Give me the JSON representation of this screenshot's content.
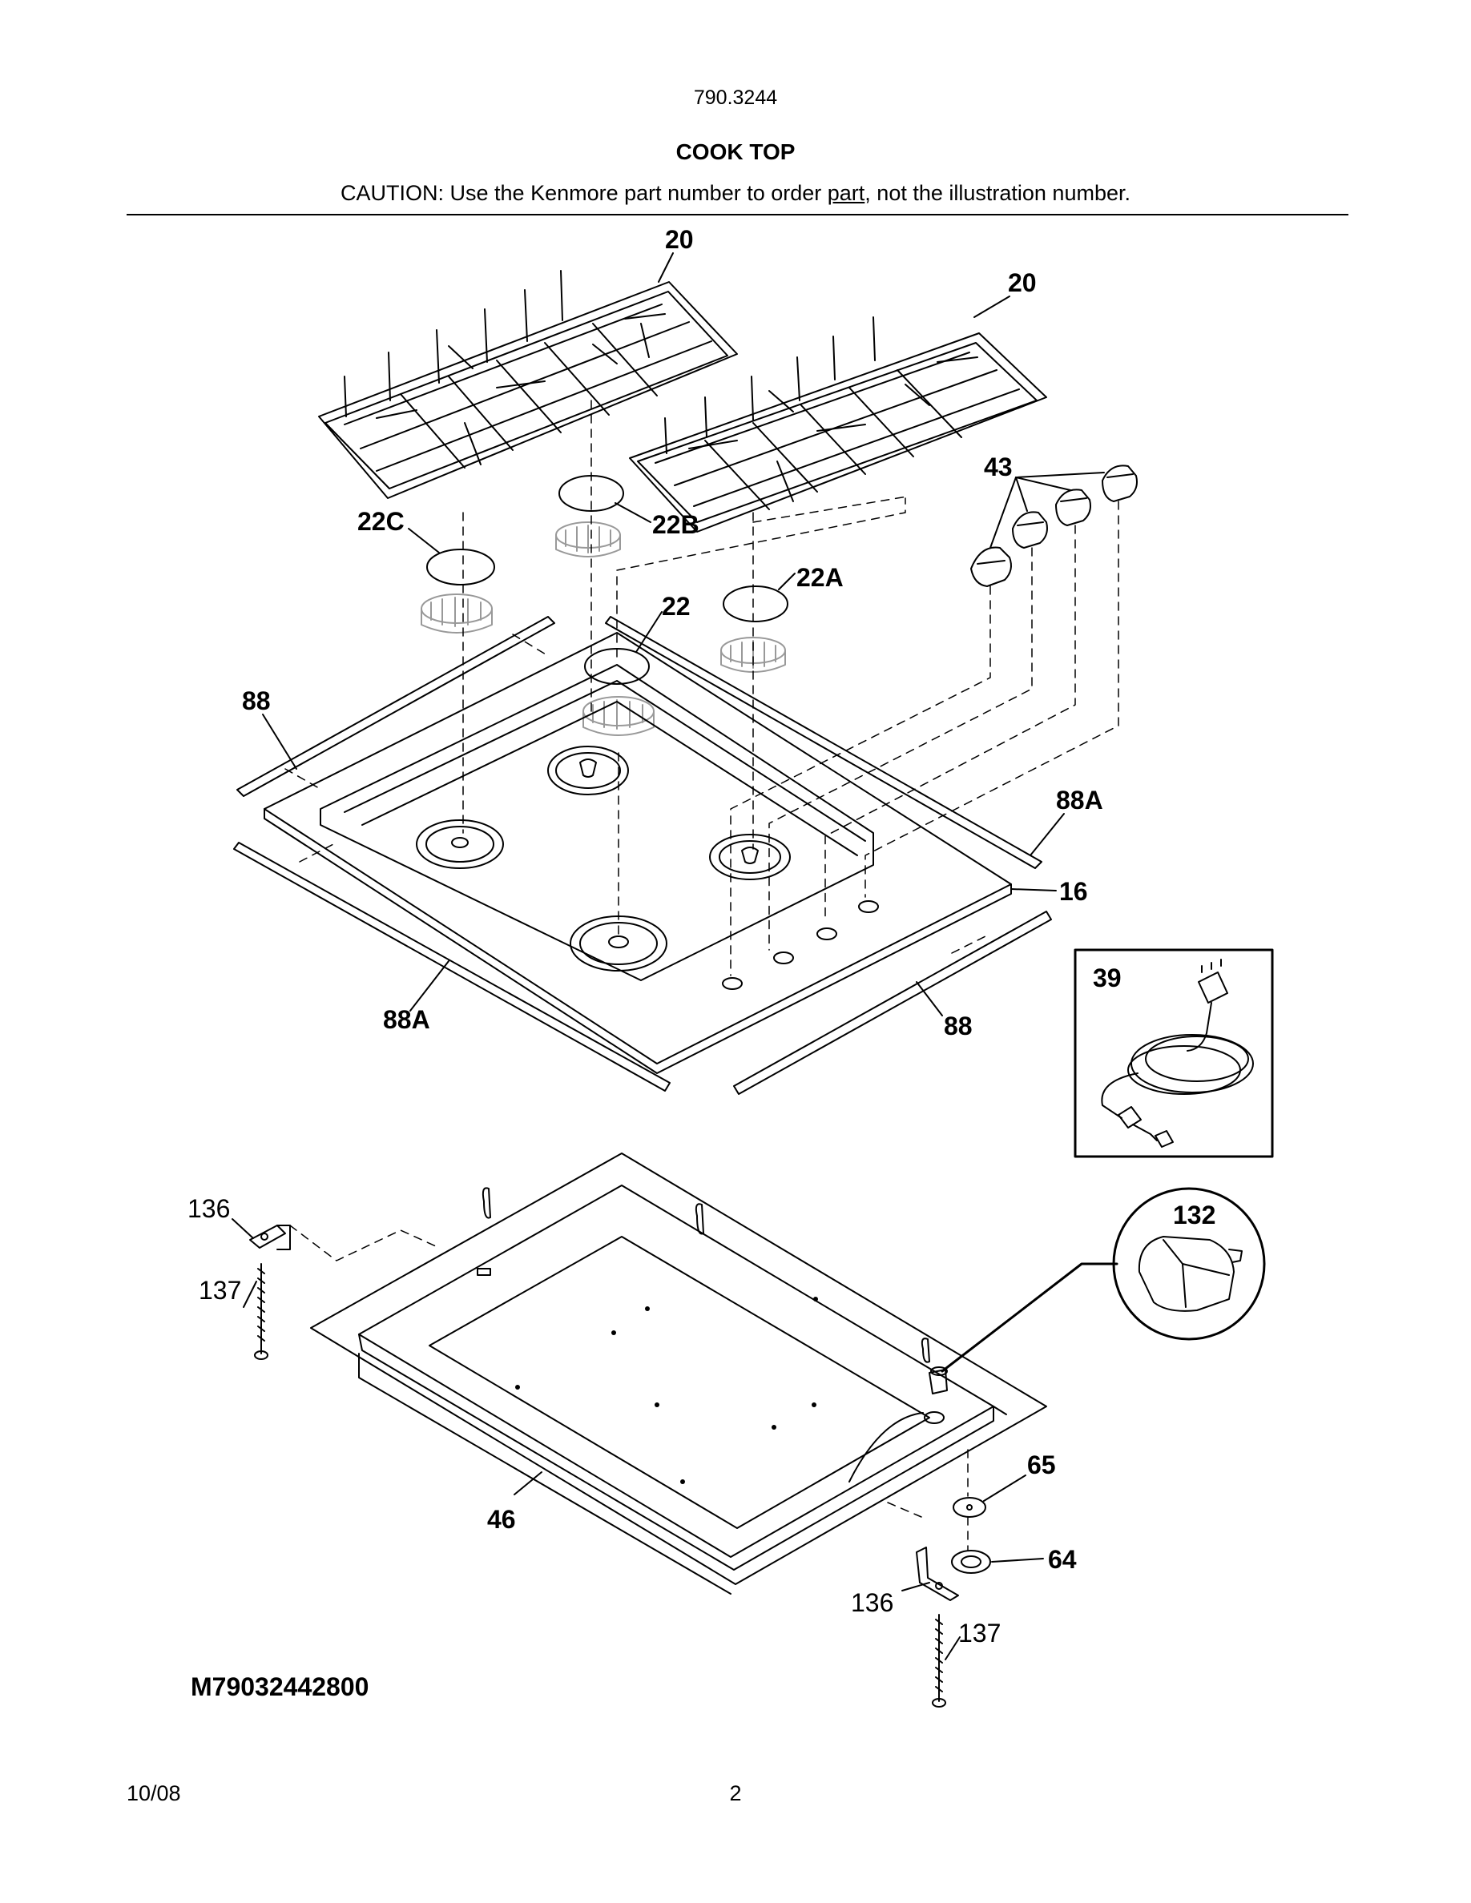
{
  "header": {
    "model": "790.3244",
    "title": "COOK TOP",
    "caution_before": "CAUTION: Use the Kenmore part number to order ",
    "caution_link": "part",
    "caution_after": ", not the illustration number."
  },
  "callouts": {
    "grate_left": "20",
    "grate_right": "20",
    "knobs": "43",
    "cap_22c": "22C",
    "cap_22b": "22B",
    "cap_22a": "22A",
    "cap_22": "22",
    "strip_88_left": "88",
    "strip_88a_right": "88A",
    "cooktop": "16",
    "strip_88a_left": "88A",
    "strip_88_right": "88",
    "power_cord": "39",
    "bracket_top": "136",
    "screw_top": "137",
    "connector": "132",
    "grommet_65": "65",
    "burner_box": "46",
    "grommet_64": "64",
    "bracket_bottom": "136",
    "screw_bottom": "137"
  },
  "footer": {
    "diagram_code": "M79032442800",
    "date": "10/08",
    "page": "2"
  }
}
